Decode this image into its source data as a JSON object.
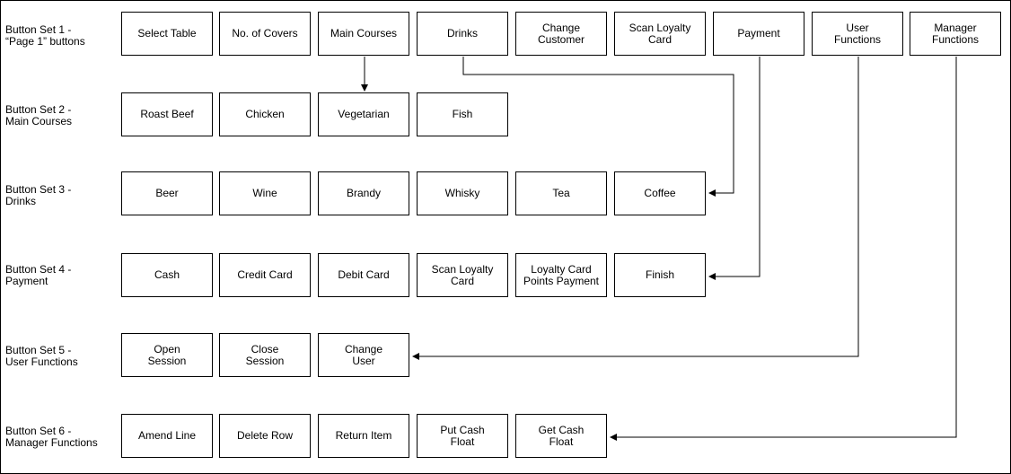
{
  "rows": [
    {
      "label": "Button Set 1 -\n“Page 1” buttons",
      "buttons": [
        "Select Table",
        "No. of Covers",
        "Main Courses",
        "Drinks",
        "Change\nCustomer",
        "Scan Loyalty\nCard",
        "Payment",
        "User\nFunctions",
        "Manager\nFunctions"
      ]
    },
    {
      "label": "Button Set 2 -\nMain Courses",
      "buttons": [
        "Roast Beef",
        "Chicken",
        "Vegetarian",
        "Fish"
      ]
    },
    {
      "label": "Button Set 3 -\nDrinks",
      "buttons": [
        "Beer",
        "Wine",
        "Brandy",
        "Whisky",
        "Tea",
        "Coffee"
      ]
    },
    {
      "label": "Button Set 4 -\nPayment",
      "buttons": [
        "Cash",
        "Credit Card",
        "Debit Card",
        "Scan Loyalty\nCard",
        "Loyalty Card\nPoints Payment",
        "Finish"
      ]
    },
    {
      "label": "Button Set 5 -\nUser Functions",
      "buttons": [
        "Open\nSession",
        "Close\nSession",
        "Change\nUser"
      ]
    },
    {
      "label": "Button Set 6 -\nManager Functions",
      "buttons": [
        "Amend Line",
        "Delete Row",
        "Return Item",
        "Put Cash\nFloat",
        "Get Cash\nFloat"
      ]
    }
  ],
  "links": [
    {
      "from": "Main Courses",
      "to": "Button Set 2 - Main Courses"
    },
    {
      "from": "Drinks",
      "to": "Button Set 3 - Drinks"
    },
    {
      "from": "Payment",
      "to": "Button Set 4 - Payment"
    },
    {
      "from": "User Functions",
      "to": "Button Set 5 - User Functions"
    },
    {
      "from": "Manager Functions",
      "to": "Button Set 6 - Manager Functions"
    }
  ]
}
